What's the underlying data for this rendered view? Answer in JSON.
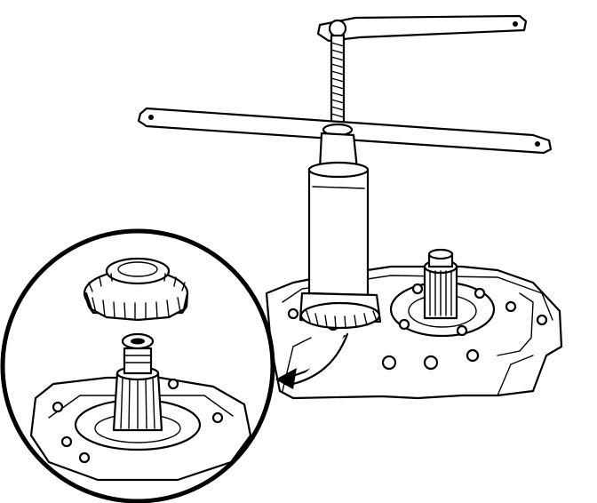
{
  "illustration": {
    "detail_callout_items": [
      "bearing",
      "shaft"
    ],
    "main_items": [
      "puller",
      "housing",
      "output-shaft"
    ]
  }
}
